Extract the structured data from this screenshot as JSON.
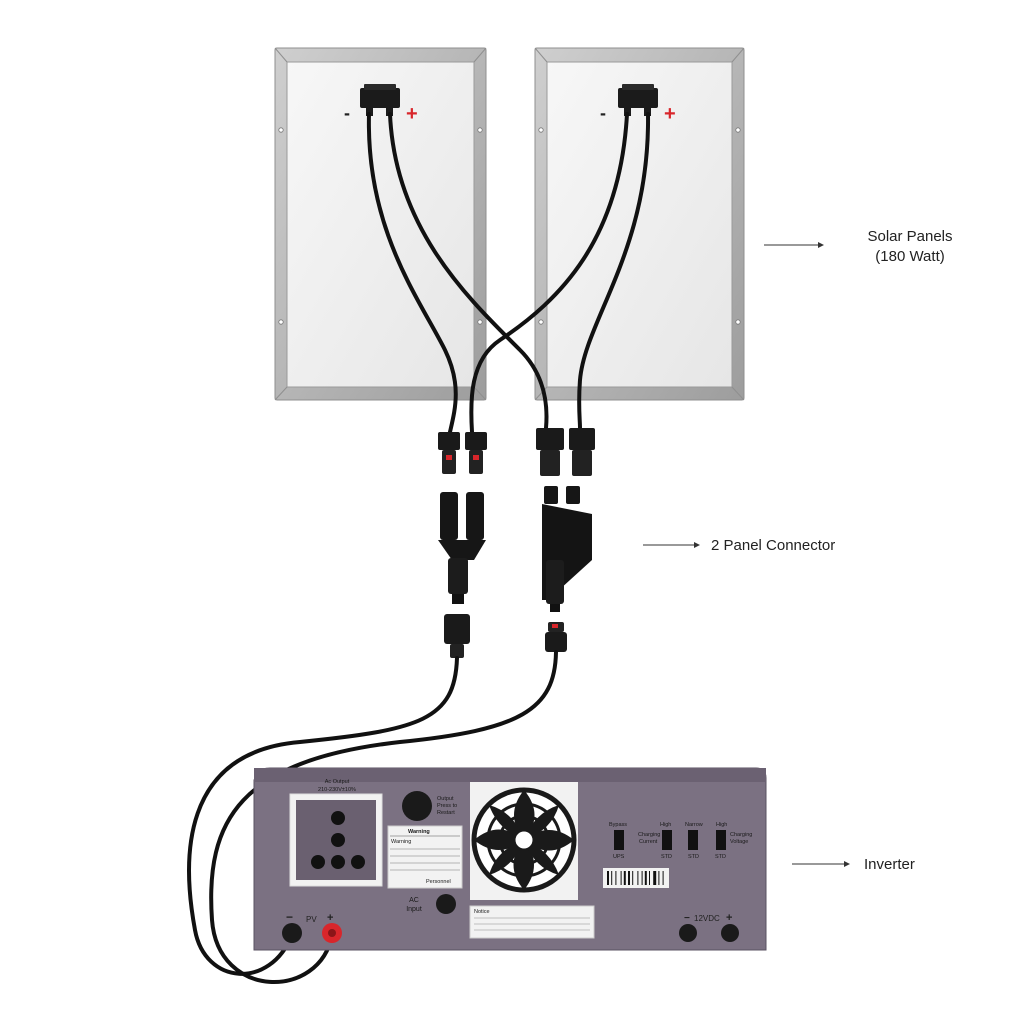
{
  "callouts": {
    "solar_panels": [
      "Solar Panels",
      "(180 Watt)"
    ],
    "panel_connector": "2 Panel Connector",
    "inverter": "Inverter"
  },
  "panel_left": {
    "minus": "-",
    "plus": "+"
  },
  "panel_right": {
    "minus": "-",
    "plus": "+"
  },
  "inverter": {
    "ac_output": [
      "Ac Output",
      "210-230V±10%"
    ],
    "output_button": [
      "Output",
      "Press to",
      "Restart"
    ],
    "warning_title": "Warning",
    "warning_line": "Warning",
    "personnel": "Personnel",
    "ac_input": [
      "AC",
      "Input"
    ],
    "notice": "Notice",
    "switches": [
      {
        "top": "Bypass",
        "bottom": "UPS"
      },
      {
        "top": "High",
        "middle": [
          "Charging",
          "Current"
        ],
        "bottom": "STD"
      },
      {
        "top": "Narrow",
        "bottom": "STD"
      },
      {
        "top": "High",
        "middle": [
          "Charging",
          "Voltage"
        ],
        "bottom": "STD"
      }
    ],
    "pv_minus": "−",
    "pv_label": "PV",
    "pv_plus": "+",
    "dc_minus": "−",
    "dc_label": "12VDC",
    "dc_plus": "+"
  },
  "colors": {
    "inverter_body": "#7b7182",
    "panel_frame": "#b9b9b9",
    "panel_face": "#f1f1f1",
    "cable": "#111111",
    "positive": "#d8262b"
  }
}
